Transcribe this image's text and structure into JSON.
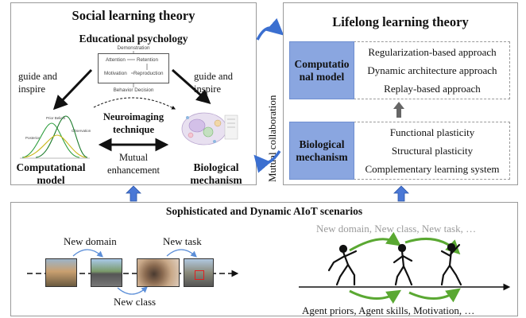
{
  "social": {
    "title": "Social learning theory",
    "subtitle": "Educational psychology",
    "process": {
      "top": "Demonstration",
      "attention": "Attention",
      "retention": "Retention",
      "motivation": "Motivation",
      "reproduction": "Reproduction",
      "bottom": "Behavior Decision"
    },
    "guide_left": "guide and\ninspire",
    "guide_right": "guide and\ninspire",
    "neuro": "Neuroimaging\ntechnique",
    "mutual": "Mutual\nenhancement",
    "computational": "Computational\nmodel",
    "biological": "Biological\nmechanism",
    "curve_labels": [
      "Prior Beliefs",
      "Observation",
      "Posterior"
    ]
  },
  "collab": "Mutual collaboration",
  "lifelong": {
    "title": "Lifelong learning theory",
    "comp_label": "Computatio\nnal model",
    "comp_items": [
      "Regularization-based approach",
      "Dynamic architecture approach",
      "Replay-based approach"
    ],
    "bio_label": "Biological\nmechanism",
    "bio_items": [
      "Functional plasticity",
      "Structural plasticity",
      "Complementary learning system"
    ]
  },
  "scenarios": {
    "title": "Sophisticated  and Dynamic AIoT scenarios",
    "new_domain": "New domain",
    "new_task": "New task",
    "new_class": "New class",
    "right_top": "New domain, New class, New task, …",
    "right_bottom": "Agent priors, Agent skills, Motivation, …"
  },
  "colors": {
    "blue_box": "#8aa6e0",
    "arrow_blue": "#3b6fd0",
    "green": "#5aa832",
    "gray_text": "#9a9a9a"
  }
}
